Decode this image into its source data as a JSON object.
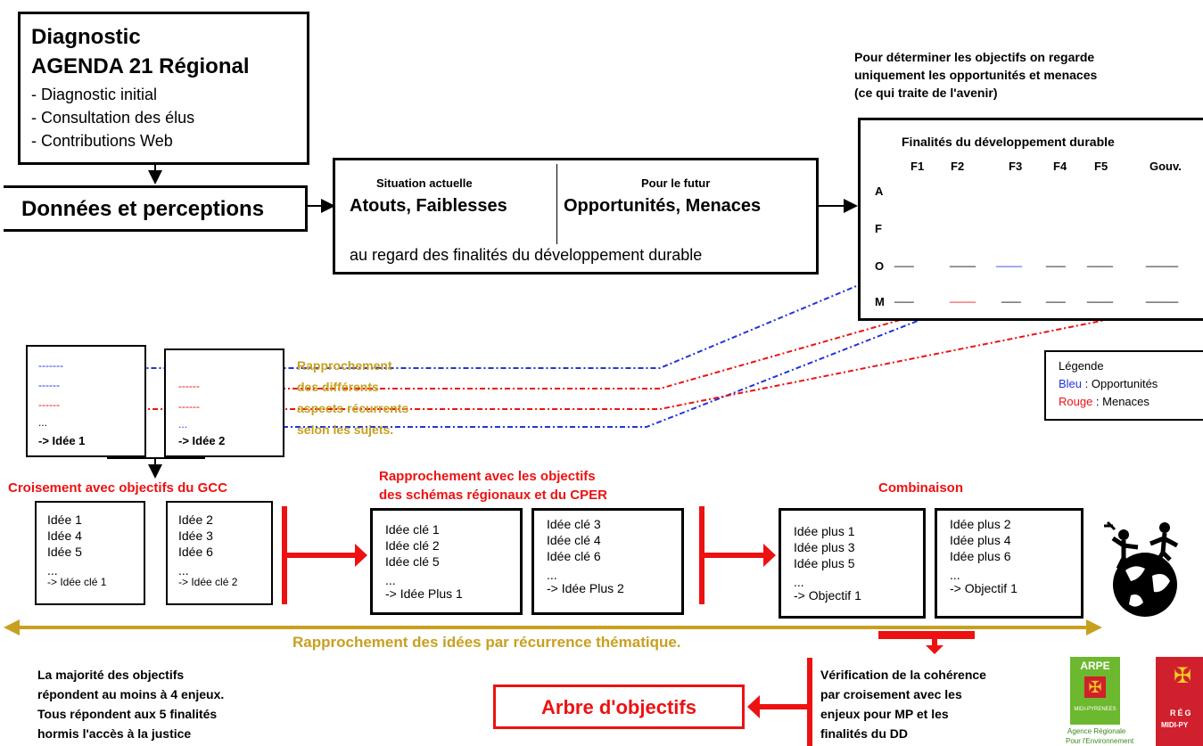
{
  "diag": {
    "title1": "Diagnostic",
    "title2": "AGENDA 21 Régional",
    "items": [
      "- Diagnostic initial",
      "- Consultation des élus",
      "- Contributions Web"
    ]
  },
  "donnees": "Données et perceptions",
  "situation": {
    "left_small": "Situation actuelle",
    "left_big": "Atouts, Faiblesses",
    "right_small": "Pour le futur",
    "right_big": "Opportunités, Menaces",
    "bottom": "au regard des finalités du développement durable"
  },
  "note_top": {
    "lines": [
      "Pour déterminer les objectifs on regarde",
      "uniquement les opportunités et menaces",
      "(ce qui traite de l'avenir)"
    ]
  },
  "finalites": {
    "title": "Finalités du développement durable",
    "cols": [
      "F1",
      "F2",
      "F3",
      "F4",
      "F5",
      "Gouv."
    ],
    "rows": [
      "A",
      "F",
      "O",
      "M"
    ],
    "dash_o": [
      "___",
      "____",
      "____",
      "___",
      "____",
      "_____"
    ],
    "dash_m": [
      "___",
      "____",
      "___",
      "___",
      "____",
      "_____"
    ]
  },
  "idea_boxes": {
    "box1": {
      "lines": [
        "-------",
        "------",
        "------",
        "...",
        "-> Idée 1"
      ]
    },
    "box2": {
      "lines": [
        "------",
        "------",
        "...",
        "-> Idée 2"
      ]
    }
  },
  "rapprochement_aspects": [
    "Rapprochement",
    "des différents",
    "aspects récurrents",
    "selon les sujets."
  ],
  "legende": {
    "title": "Légende",
    "bleu": "Bleu",
    "bleu_rest": " : Opportunités",
    "rouge": "Rouge",
    "rouge_rest": " : Menaces"
  },
  "croisement_title": "Croisement avec objectifs du GCC",
  "rapprochement_title": [
    "Rapprochement avec les objectifs",
    "des schémas régionaux et du CPER"
  ],
  "combinaison_title": "Combinaison",
  "gcc1": [
    "Idée 1",
    "Idée 4",
    "Idée 5",
    "...",
    "-> Idée clé 1"
  ],
  "gcc2": [
    "Idée 2",
    "Idée 3",
    "Idée 6",
    "...",
    "-> Idée clé 2"
  ],
  "cle1": [
    "Idée clé 1",
    "Idée clé 2",
    "Idée clé 5",
    "...",
    "-> Idée Plus 1"
  ],
  "cle2": [
    "Idée clé 3",
    "Idée clé 4",
    "Idée clé 6",
    "...",
    "-> Idée Plus 2"
  ],
  "plus1": [
    "Idée plus 1",
    "Idée plus 3",
    "Idée plus 5",
    "...",
    "-> Objectif 1"
  ],
  "plus2": [
    "Idée plus 2",
    "Idée plus 4",
    "Idée plus 6",
    "...",
    "-> Objectif 1"
  ],
  "recurrence": "Rapprochement des idées par récurrence thématique.",
  "majorite": [
    "La majorité des objectifs",
    "répondent au moins à 4 enjeux.",
    "Tous répondent aux 5 finalités",
    "hormis l'accès à la justice"
  ],
  "arbre": "Arbre d'objectifs",
  "verification": [
    "Vérification de la cohérence",
    "par croisement avec les",
    "enjeux pour MP et les",
    "finalités du DD"
  ],
  "logo_arpe": {
    "name": "ARPE",
    "sub": "MIDI-PYRENEES",
    "caption1": "Agence Régionale",
    "caption2": "Pour l'Environnement"
  },
  "logo_region": {
    "r": "RÉG",
    "sub": "MIDI-PY"
  },
  "colors": {
    "blue": "#2233dd",
    "red": "#ee1111",
    "gold": "#c8a020",
    "arpe_green": "#6cb82e",
    "region_red": "#d0202e"
  }
}
